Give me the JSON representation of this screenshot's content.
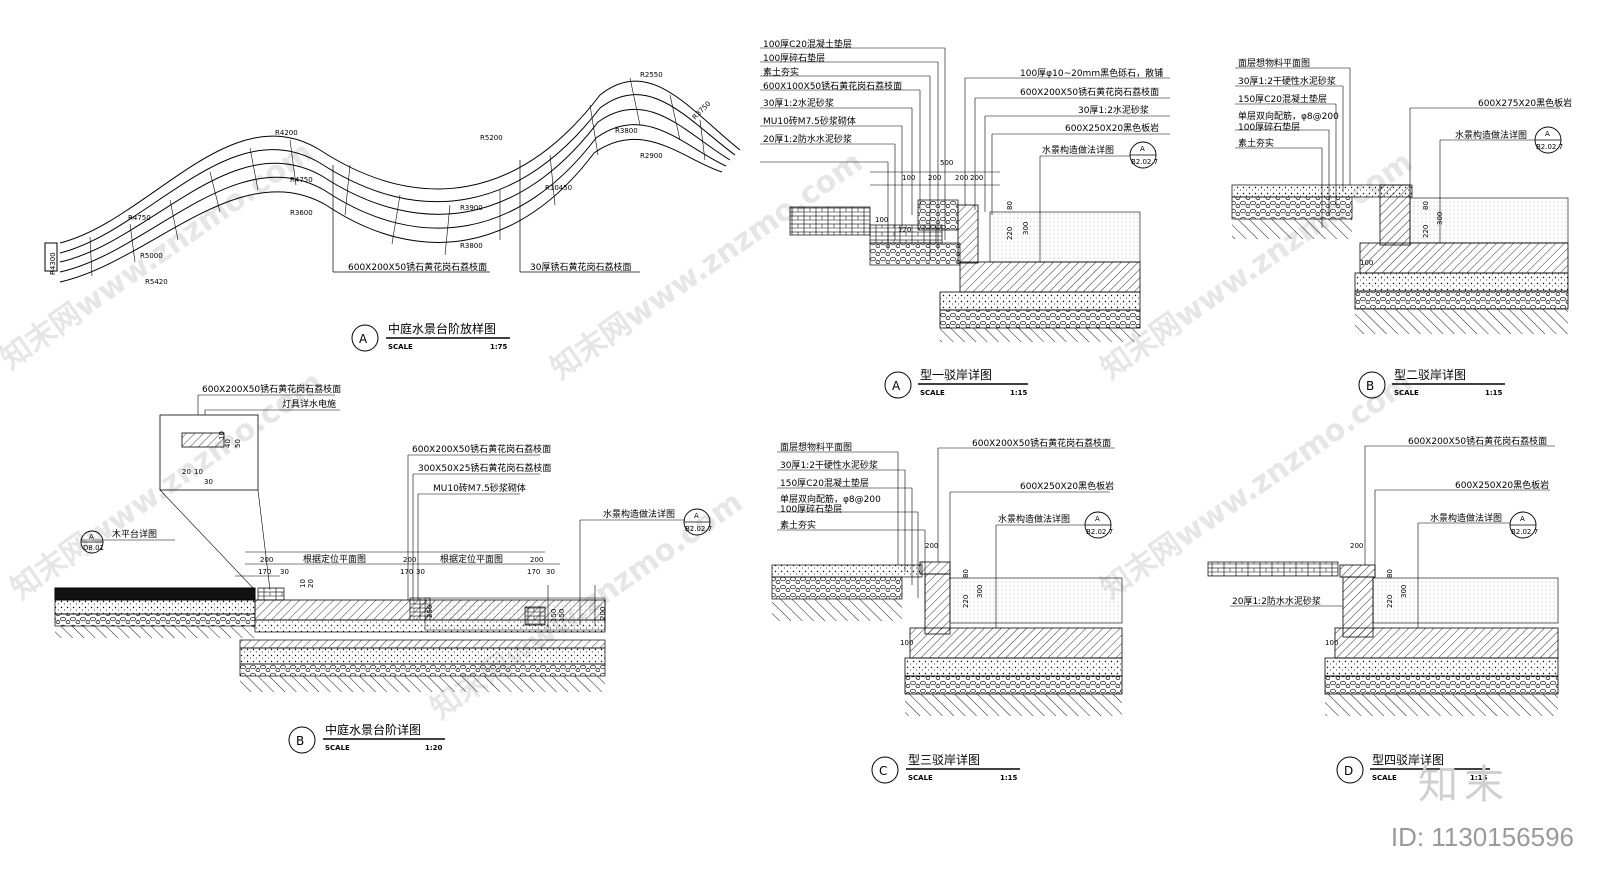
{
  "plan_a": {
    "radii": [
      "R2550",
      "R3750",
      "R4200",
      "R5200",
      "R3800",
      "R2900",
      "R4750",
      "R3900",
      "R10450",
      "R4750",
      "R3600",
      "R5000",
      "R3800",
      "R5420",
      "R4300"
    ],
    "callouts": [
      "600X200X50锈石黄花岗石荔枝面",
      "30厚锈石黄花岗石荔枝面"
    ],
    "title": "中庭水景台阶放样图",
    "letter": "A",
    "scale_label": "SCALE",
    "scale": "1:75"
  },
  "section_b": {
    "callouts": [
      "600X200X50锈石黄花岗石荔枝面",
      "灯具详水电施",
      "600X200X50锈石黄花岗石荔枝面",
      "300X50X25锈石黄花岗石荔枝面",
      "MU10砖M7.5砂浆砌体",
      "水景构造做法详图"
    ],
    "platform_note": "木平台详图",
    "ref_a": {
      "top": "A",
      "bottom": "D8.01"
    },
    "ref_b": {
      "top": "A",
      "bottom": "B2.02.7"
    },
    "dims": [
      "200",
      "170",
      "30",
      "根据定位平面图",
      "200",
      "170",
      "30",
      "根据定位平面图",
      "200",
      "170",
      "30",
      "50",
      "40",
      "10",
      "20",
      "10",
      "30",
      "10",
      "20",
      "200",
      "250",
      "150",
      "150"
    ],
    "title": "中庭水景台阶详图",
    "letter": "B",
    "scale_label": "SCALE",
    "scale": "1:20"
  },
  "type1": {
    "callouts_left": [
      "100厚C20混凝土垫层",
      "100厚碎石垫层",
      "素土夯实",
      "600X100X50锈石黄花岗石荔枝面",
      "30厚1:2水泥砂浆",
      "MU10砖M7.5砂浆砌体",
      "20厚1:2防水水泥砂浆"
    ],
    "callouts_right": [
      "100厚φ10~20mm黑色砾石，散铺",
      "600X200X50锈石黄花岗石荔枝面",
      "30厚1:2水泥砂浆",
      "600X250X20黑色板岩",
      "水景构造做法详图"
    ],
    "ref": {
      "top": "A",
      "bottom": "B2.02.7"
    },
    "dims": [
      "500",
      "100",
      "200",
      "200",
      "200",
      "100",
      "120",
      "80",
      "300",
      "220"
    ],
    "title": "型一驳岸详图",
    "letter": "A",
    "scale_label": "SCALE",
    "scale": "1:15"
  },
  "type2": {
    "callouts_left": [
      "面层想物料平面图",
      "30厚1:2干硬性水泥砂浆",
      "150厚C20混凝土垫层",
      "单层双向配筋，φ8@200",
      "100厚碎石垫层",
      "素土夯实"
    ],
    "callouts_right": [
      "600X275X20黑色板岩",
      "水景构造做法详图"
    ],
    "ref": {
      "top": "A",
      "bottom": "B2.02.7"
    },
    "dims": [
      "80",
      "220",
      "300",
      "100"
    ],
    "title": "型二驳岸详图",
    "letter": "B",
    "scale_label": "SCALE",
    "scale": "1:15"
  },
  "type3": {
    "callouts_left": [
      "面层想物料平面图",
      "30厚1:2干硬性水泥砂浆",
      "150厚C20混凝土垫层",
      "单层双向配筋，φ8@200",
      "100厚碎石垫层",
      "素土夯实"
    ],
    "callouts_right": [
      "600X200X50锈石黄花岗石荔枝面",
      "600X250X20黑色板岩",
      "水景构造做法详图"
    ],
    "ref": {
      "top": "A",
      "bottom": "B2.02.7"
    },
    "dims": [
      "200",
      "80",
      "220",
      "300",
      "100"
    ],
    "title": "型三驳岸详图",
    "letter": "C",
    "scale_label": "SCALE",
    "scale": "1:15"
  },
  "type4": {
    "callouts": [
      "600X200X50锈石黄花岗石荔枝面",
      "600X250X20黑色板岩",
      "水景构造做法详图",
      "20厚1:2防水水泥砂浆"
    ],
    "ref": {
      "top": "A",
      "bottom": "B2.02.7"
    },
    "dims": [
      "200",
      "80",
      "220",
      "300",
      "100"
    ],
    "title": "型四驳岸详图",
    "letter": "D",
    "scale_label": "SCALE",
    "scale": "1:15"
  },
  "watermarks": [
    "知末网www.znzmo.com",
    "知末网www.znzmo.com",
    "知末网www.znzmo.com",
    "知末网www.znzmo.com",
    "知末网www.znzmo.com",
    "知末网www.znzmo.com"
  ],
  "brand": {
    "logo": "知末",
    "id": "ID: 1130156596"
  }
}
